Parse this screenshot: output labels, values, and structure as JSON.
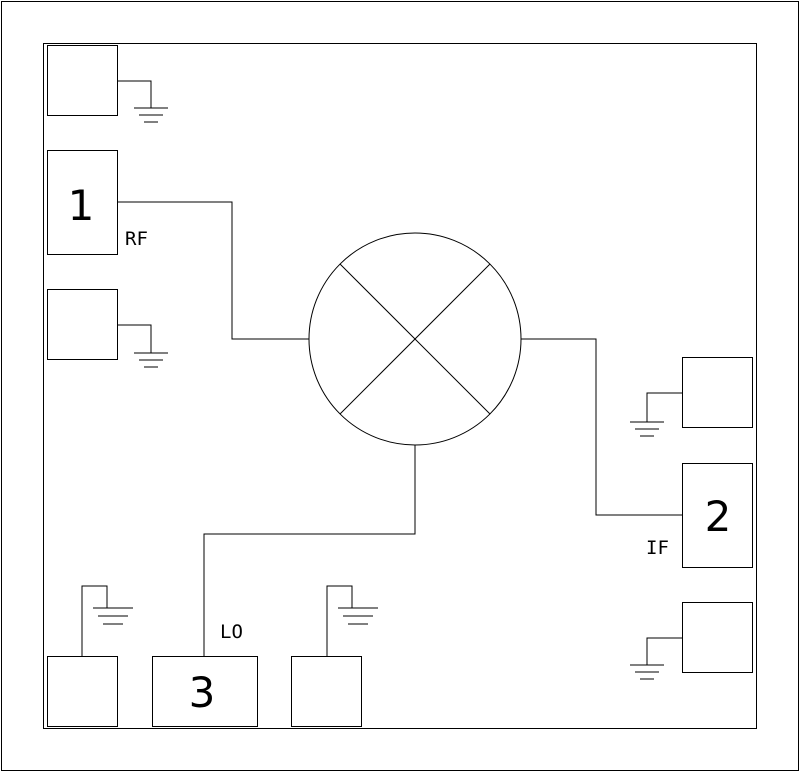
{
  "diagram": {
    "pins": {
      "rf": {
        "number": "1",
        "label": "RF"
      },
      "if": {
        "number": "2",
        "label": "IF"
      },
      "lo": {
        "number": "3",
        "label": "LO"
      }
    },
    "symbols": [
      "mixer-symbol",
      "ground-symbol"
    ],
    "colors": {
      "line": "#000000",
      "background": "#ffffff"
    }
  }
}
